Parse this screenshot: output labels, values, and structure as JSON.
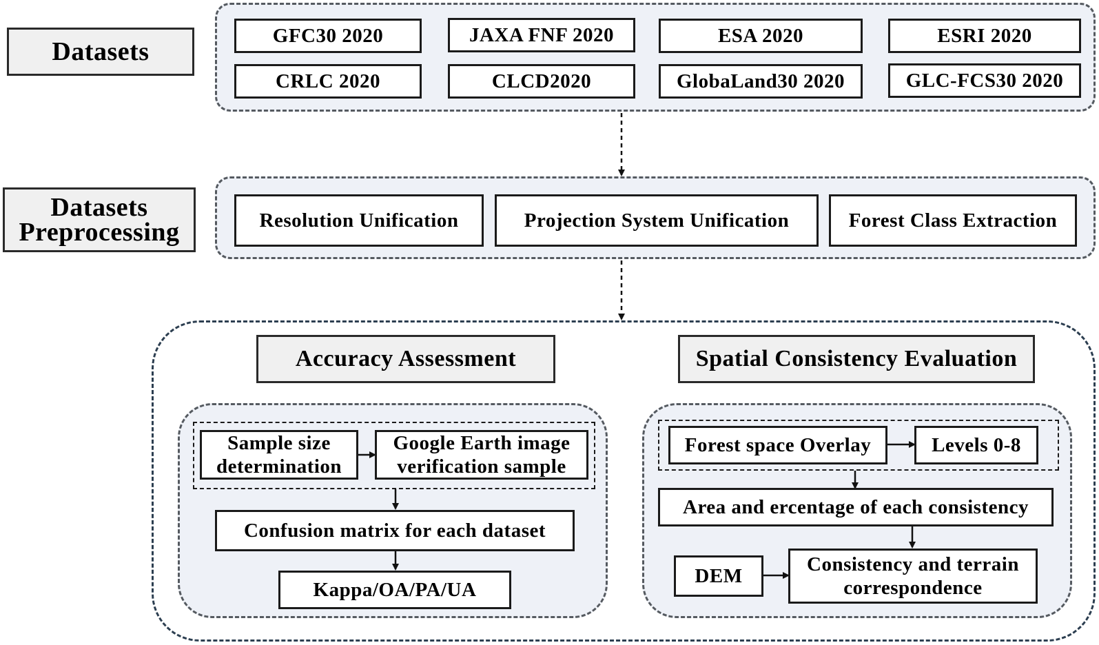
{
  "side_labels": {
    "datasets": "Datasets",
    "preprocessing_line1": "Datasets",
    "preprocessing_line2": "Preprocessing"
  },
  "datasets": [
    "GFC30 2020",
    "JAXA FNF 2020",
    "ESA 2020",
    "ESRI 2020",
    "CRLC 2020",
    "CLCD2020",
    "GlobaLand30 2020",
    "GLC-FCS30 2020"
  ],
  "preprocessing": [
    "Resolution Unification",
    "Projection System Unification",
    "Forest Class Extraction"
  ],
  "accuracy": {
    "title": "Accuracy Assessment",
    "sample_size_line1": "Sample size",
    "sample_size_line2": "determination",
    "google_line1": "Google Earth image",
    "google_line2": "verification sample",
    "confusion": "Confusion matrix for each dataset",
    "kappa": "Kappa/OA/PA/UA"
  },
  "spatial": {
    "title": "Spatial Consistency Evaluation",
    "overlay": "Forest space Overlay",
    "levels": "Levels 0-8",
    "area": "Area and ercentage of each consistency",
    "dem": "DEM",
    "terrain_line1": "Consistency and terrain",
    "terrain_line2": "correspondence"
  },
  "colors": {
    "panel_fill": "#eef1f7",
    "label_fill": "#f0f0f0",
    "border": "#1a1a1a"
  }
}
